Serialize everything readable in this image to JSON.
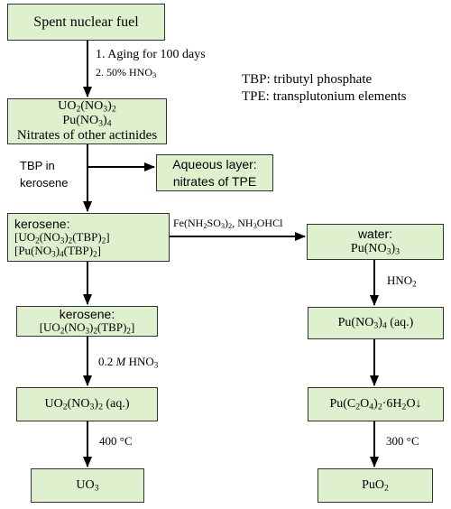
{
  "colors": {
    "box_fill": "#dff0cf",
    "box_border": "#333333",
    "arrow": "#000000"
  },
  "boxes": {
    "spent_fuel": "Spent nuclear fuel",
    "nitrates": {
      "line1": [
        "UO",
        "2",
        "(NO",
        "3",
        ")",
        "2"
      ],
      "line2": [
        "Pu(NO",
        "3",
        ")",
        "4"
      ],
      "line3": "Nitrates of other actinides"
    },
    "aqueous": {
      "line1": "Aqueous layer:",
      "line2": "nitrates of TPE"
    },
    "kerosene_mix": {
      "line1": "kerosene:",
      "line2": [
        "[UO",
        "2",
        "(NO",
        "3",
        ")",
        "2",
        "(TBP)",
        "2",
        "]"
      ],
      "line3": [
        "[Pu(NO",
        "3",
        ")",
        "4",
        "(TBP)",
        "2",
        "]"
      ]
    },
    "water_pu": {
      "line1": "water:",
      "line2": [
        "Pu(NO",
        "3",
        ")",
        "3"
      ]
    },
    "kerosene_u": {
      "line1": "kerosene:",
      "line2": [
        "[UO",
        "2",
        "(NO",
        "3",
        ")",
        "2",
        "(TBP)",
        "2",
        "]"
      ]
    },
    "pu_nitrate_aq": [
      "Pu(NO",
      "3",
      ")",
      "4",
      " (aq.)"
    ],
    "uo2_nitrate_aq": [
      "UO",
      "2",
      "(NO",
      "3",
      ")",
      "2",
      " (aq.)"
    ],
    "pu_oxalate": [
      "Pu(C",
      "2",
      "O",
      "4",
      ")",
      "2",
      "·6H",
      "2",
      "O↓"
    ],
    "uo3": [
      "UO",
      "3"
    ],
    "puo2": [
      "PuO",
      "2"
    ]
  },
  "labels": {
    "aging": "1. Aging for 100 days",
    "nitric_50": [
      "2. 50% HNO",
      "3"
    ],
    "tbp_kerosene": {
      "line1": "TBP in",
      "line2": "kerosene"
    },
    "reductant": [
      "Fe(NH",
      "2",
      "SO",
      "3",
      ")",
      "2",
      ", NH",
      "3",
      "OHCl"
    ],
    "hno2": [
      "HNO",
      "2"
    ],
    "dilute_nitric": {
      "conc": "0.2 ",
      "molar": "M",
      "acid": [
        " HNO",
        "3"
      ]
    },
    "temp_uo3": "400 °C",
    "temp_puo2": "300 °C"
  },
  "notes": {
    "tbp": "TBP: tributyl phosphate",
    "tpe": "TPE: transplutonium elements"
  }
}
